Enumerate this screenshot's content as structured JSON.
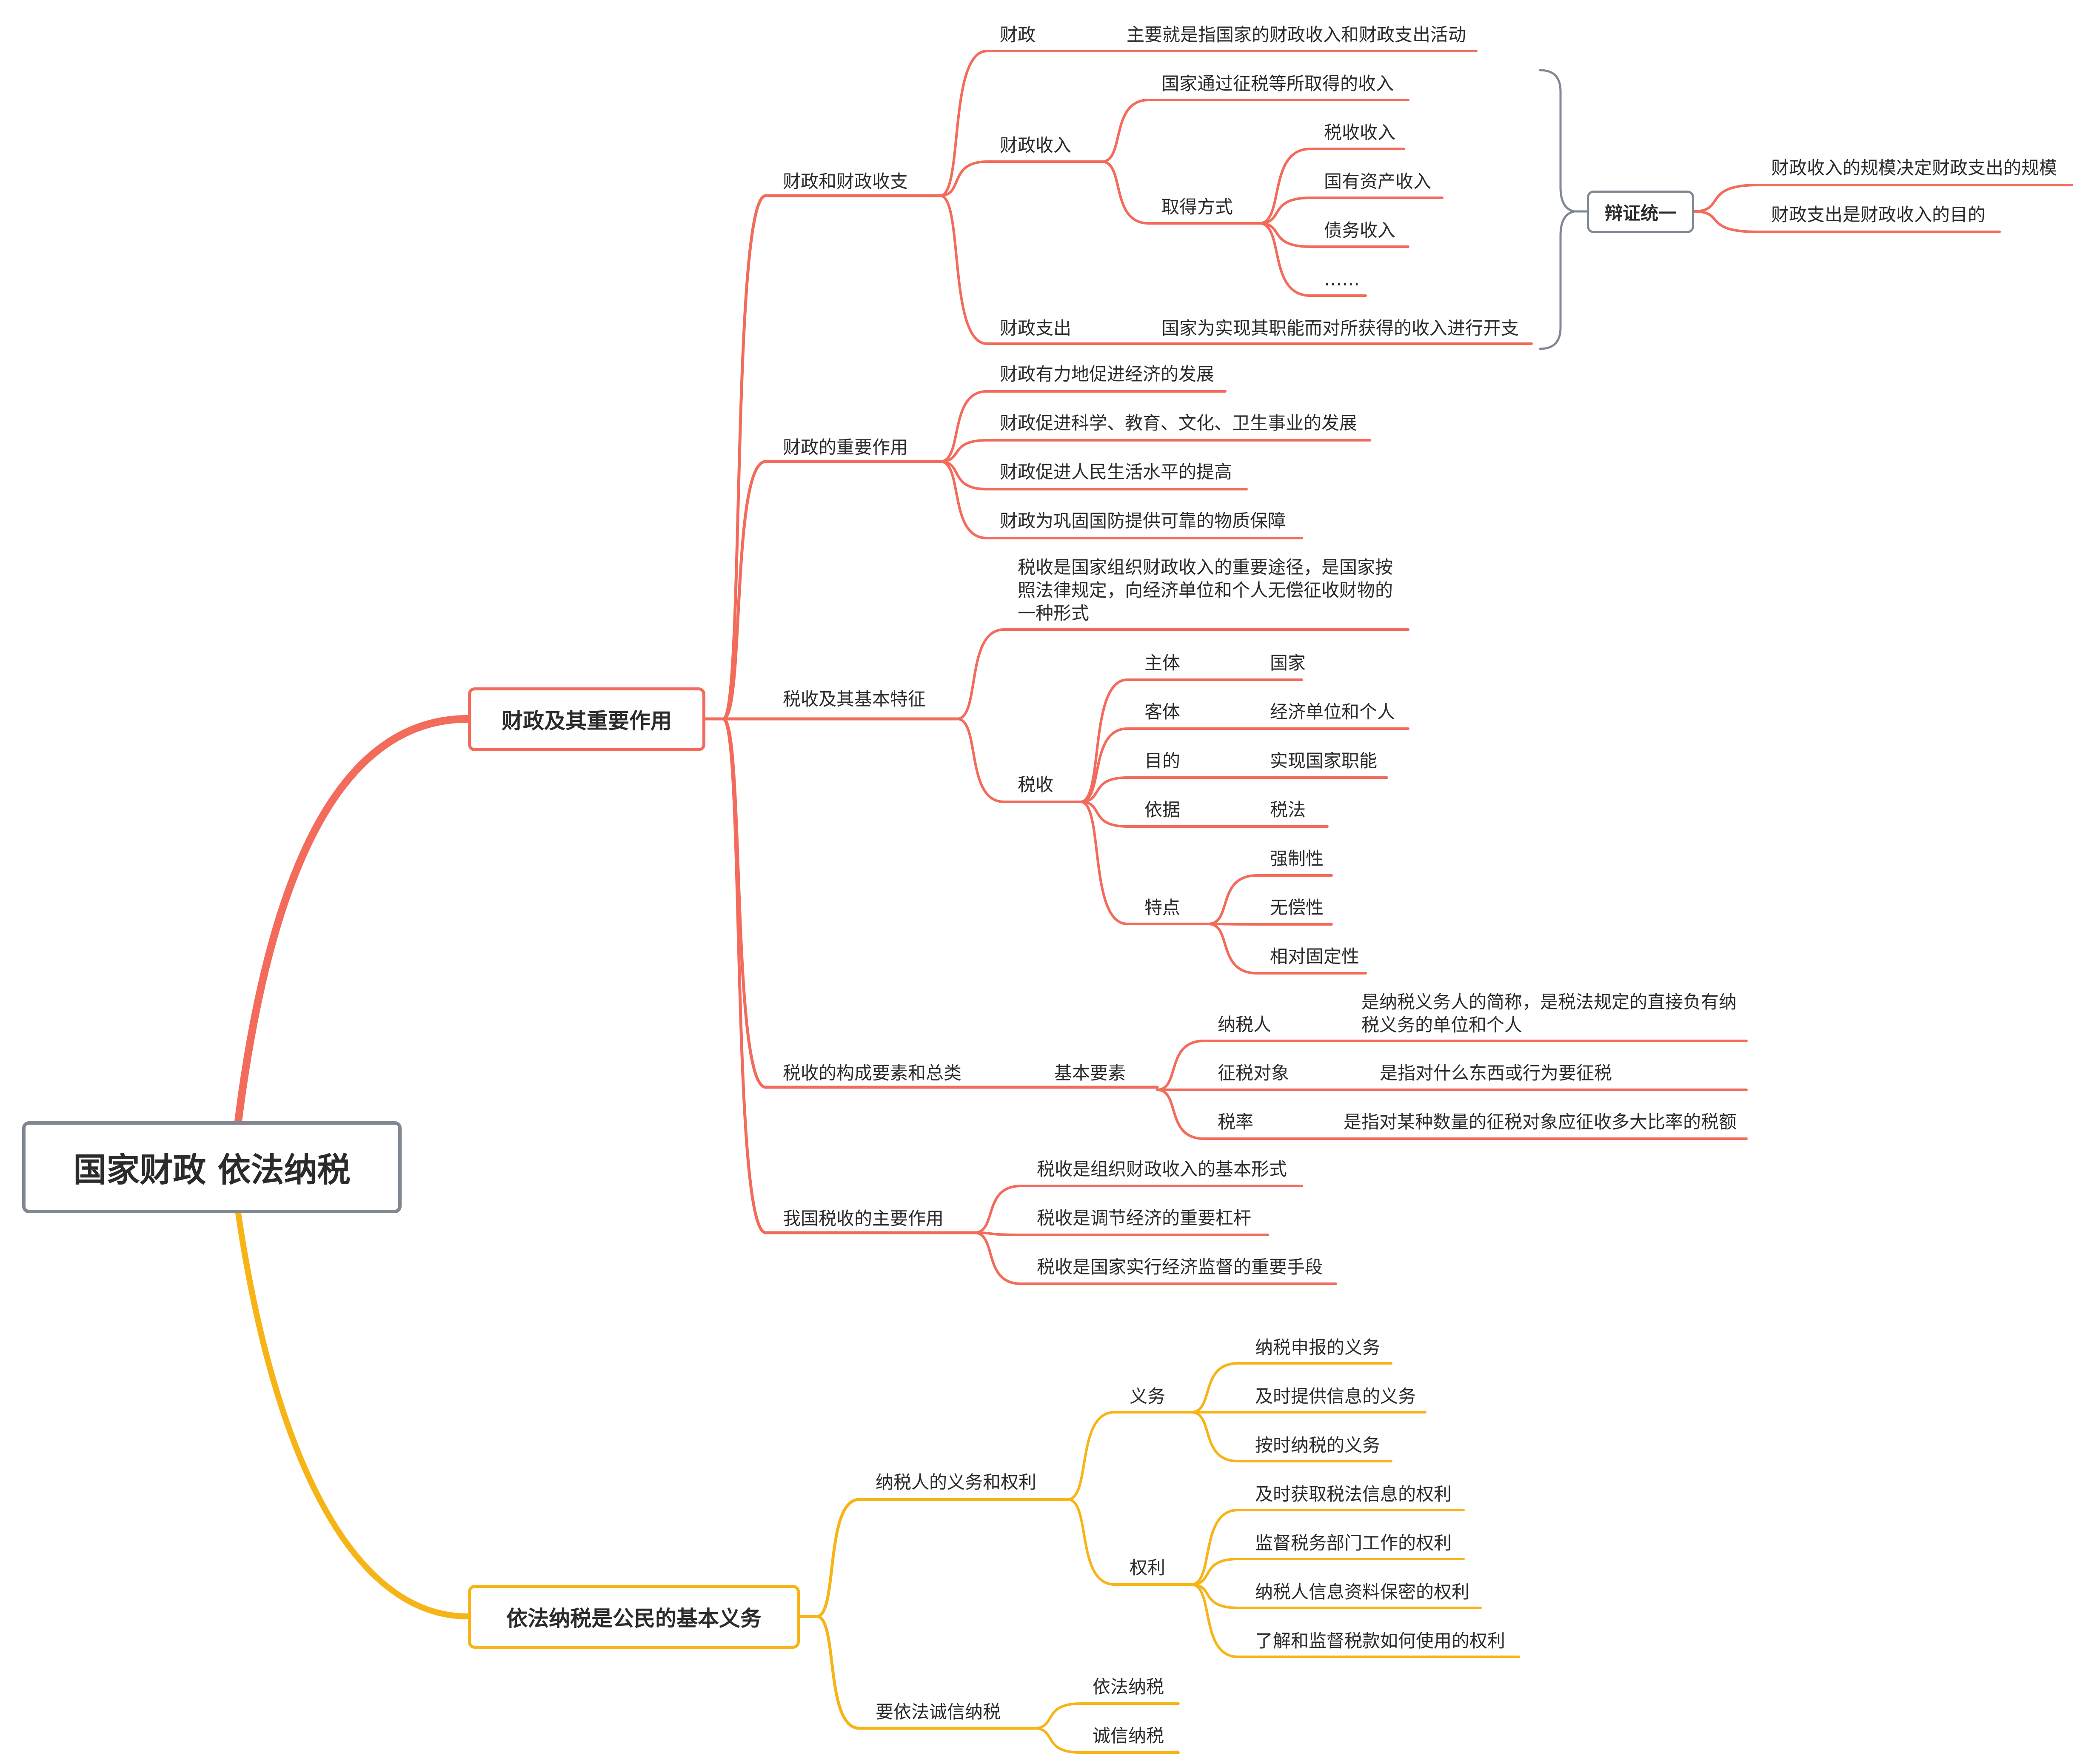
{
  "colors": {
    "branch1": "#f26b5b",
    "branch2": "#f7b416",
    "neutral": "#7f8793",
    "text": "#2b2b2b"
  },
  "mindmap": {
    "root": "国家财政 依法纳税",
    "branch1": {
      "title": "财政及其重要作用",
      "g1": {
        "label": "财政和财政收支",
        "fiscal": "财政",
        "fiscal_def": "主要就是指国家的财政收入和财政支出活动",
        "revenue": "财政收入",
        "revenue_def": "国家通过征税等所取得的收入",
        "ways": "取得方式",
        "ways_items": [
          "税收收入",
          "国有资产收入",
          "债务收入",
          "……"
        ],
        "expenditure": "财政支出",
        "expenditure_def": "国家为实现其职能而对所获得的收入进行开支",
        "dialectic": "辩证统一",
        "dialectic_items": [
          "财政收入的规模决定财政支出的规模",
          "财政支出是财政收入的目的"
        ]
      },
      "g2": {
        "label": "财政的重要作用",
        "items": [
          "财政有力地促进经济的发展",
          "财政促进科学、教育、文化、卫生事业的发展",
          "财政促进人民生活水平的提高",
          "财政为巩固国防提供可靠的物质保障"
        ]
      },
      "g3": {
        "label": "税收及其基本特征",
        "def_lines": [
          "税收是国家组织财政收入的重要途径，是国家按",
          "照法律规定，向经济单位和个人无偿征收财物的",
          "一种形式"
        ],
        "tax": "税收",
        "attrs": [
          {
            "k": "主体",
            "v": "国家"
          },
          {
            "k": "客体",
            "v": "经济单位和个人"
          },
          {
            "k": "目的",
            "v": "实现国家职能"
          },
          {
            "k": "依据",
            "v": "税法"
          }
        ],
        "features": "特点",
        "features_items": [
          "强制性",
          "无偿性",
          "相对固定性"
        ]
      },
      "g4": {
        "label": "税收的构成要素和总类",
        "elements": "基本要素",
        "taxpayer": "纳税人",
        "taxpayer_def_lines": [
          "是纳税义务人的简称，是税法规定的直接负有纳",
          "税义务的单位和个人"
        ],
        "object": "征税对象",
        "object_def": "是指对什么东西或行为要征税",
        "rate": "税率",
        "rate_def": "是指对某种数量的征税对象应征收多大比率的税额"
      },
      "g5": {
        "label": "我国税收的主要作用",
        "items": [
          "税收是组织财政收入的基本形式",
          "税收是调节经济的重要杠杆",
          "税收是国家实行经济监督的重要手段"
        ]
      }
    },
    "branch2": {
      "title": "依法纳税是公民的基本义务",
      "g1": {
        "label": "纳税人的义务和权利",
        "duties": "义务",
        "duties_items": [
          "纳税申报的义务",
          "及时提供信息的义务",
          "按时纳税的义务"
        ],
        "rights": "权利",
        "rights_items": [
          "及时获取税法信息的权利",
          "监督税务部门工作的权利",
          "纳税人信息资料保密的权利",
          "了解和监督税款如何使用的权利"
        ]
      },
      "g2": {
        "label": "要依法诚信纳税",
        "items": [
          "依法纳税",
          "诚信纳税"
        ]
      }
    }
  }
}
